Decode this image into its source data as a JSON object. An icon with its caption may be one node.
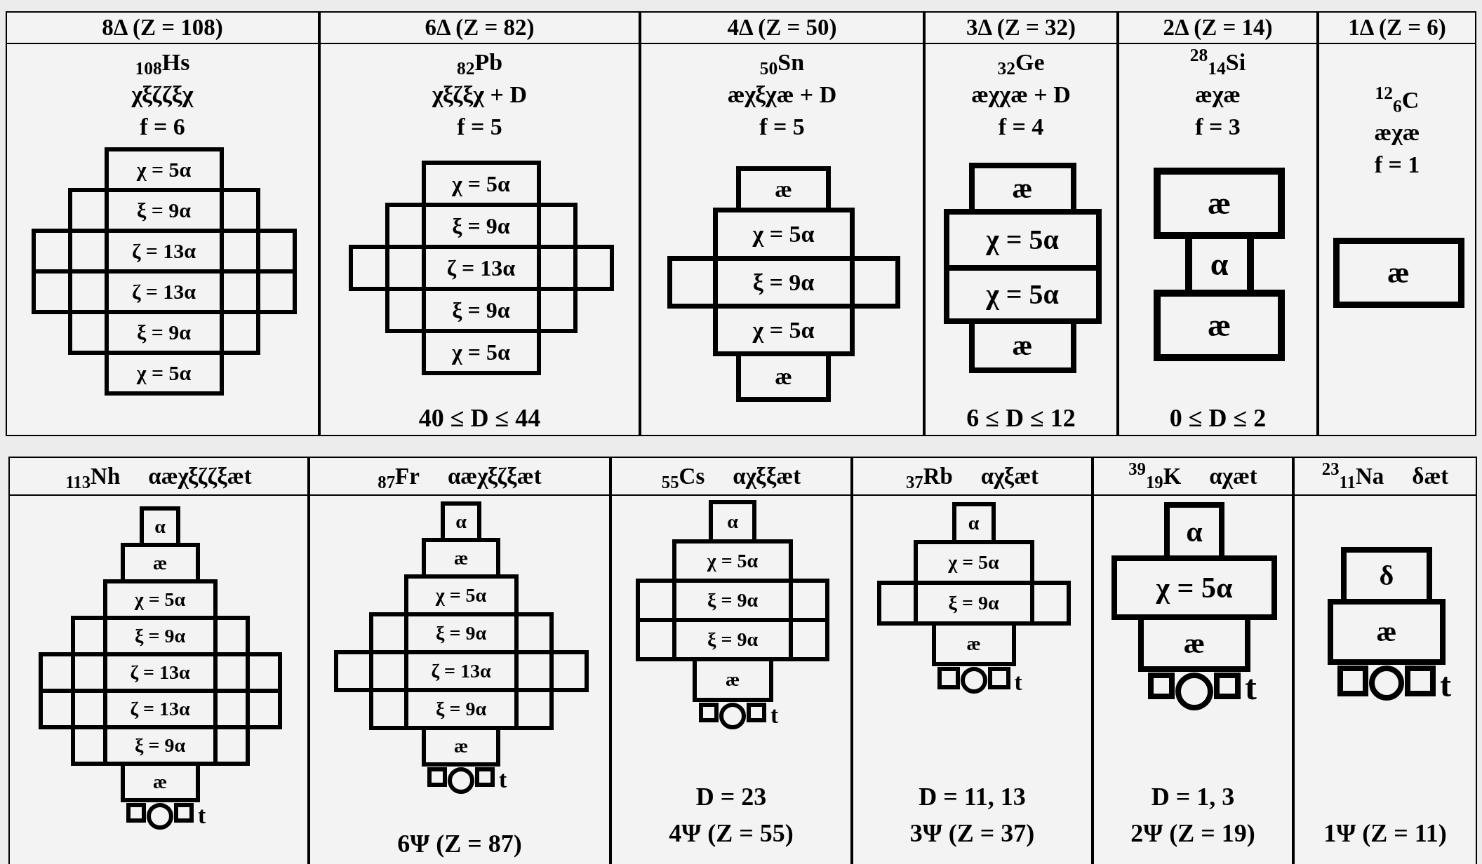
{
  "diagram": {
    "nodes": [
      {
        "text": [
          "8Δ (Z = 108)",
          "$_{108}$Hs",
          "χξζζξχ",
          "f = 6"
        ]
      },
      {
        "text": [
          "χ = 5α"
        ],
        "in": 0
      },
      {
        "text": [],
        "shape": "box",
        "in": 0
      },
      {
        "text": [
          "ξ = 9α"
        ],
        "in": 0
      },
      {
        "text": [],
        "shape": "box",
        "in": 0
      },
      {
        "text": [],
        "shape": "box",
        "in": 0
      },
      {
        "text": [],
        "shape": "box",
        "in": 0
      },
      {
        "text": [
          "ζ = 13α"
        ],
        "in": 0
      },
      {
        "text": [],
        "shape": "box",
        "in": 0
      },
      {
        "text": [],
        "shape": "box",
        "in": 0
      },
      {
        "text": [],
        "shape": "box",
        "in": 0
      },
      {
        "text": [],
        "shape": "box",
        "in": 0
      },
      {
        "text": [
          "ζ = 13α"
        ],
        "in": 0
      },
      {
        "text": [],
        "shape": "box",
        "in": 0
      },
      {
        "text": [],
        "shape": "box",
        "in": 0
      },
      {
        "text": [],
        "shape": "box",
        "in": 0
      },
      {
        "text": [
          "ξ = 9α"
        ],
        "in": 0
      },
      {
        "text": [],
        "shape": "box",
        "in": 0
      },
      {
        "text": [
          "χ = 5α"
        ],
        "in": 0
      },
      {
        "text": [
          "6Δ (Z = 82)",
          "$_{82}$Pb",
          "χξζξχ + D",
          "f = 5",
          "40 ≤ D ≤ 44"
        ]
      },
      {
        "text": [
          "χ = 5α"
        ],
        "in": 19
      },
      {
        "text": [],
        "shape": "box",
        "in": 19
      },
      {
        "text": [
          "ξ = 9α"
        ],
        "in": 19
      },
      {
        "text": [],
        "shape": "box",
        "in": 19
      },
      {
        "text": [],
        "shape": "box",
        "in": 19
      },
      {
        "text": [],
        "shape": "box",
        "in": 19
      },
      {
        "text": [
          "ζ = 13α"
        ],
        "in": 19
      },
      {
        "text": [],
        "shape": "box",
        "in": 19
      },
      {
        "text": [],
        "shape": "box",
        "in": 19
      },
      {
        "text": [],
        "shape": "box",
        "in": 19
      },
      {
        "text": [
          "ξ = 9α"
        ],
        "in": 19
      },
      {
        "text": [],
        "shape": "box",
        "in": 19
      },
      {
        "text": [
          "χ = 5α"
        ],
        "in": 19
      },
      {
        "text": [
          "4Δ (Z = 50)",
          "$_{50}$Sn",
          "æχξχæ + D",
          "f = 5"
        ]
      },
      {
        "text": [
          "æ"
        ],
        "in": 33
      },
      {
        "text": [
          "χ = 5α"
        ],
        "in": 33
      },
      {
        "text": [],
        "shape": "box",
        "in": 33
      },
      {
        "text": [
          "ξ = 9α"
        ],
        "in": 33
      },
      {
        "text": [],
        "shape": "box",
        "in": 33
      },
      {
        "text": [
          "χ = 5α"
        ],
        "in": 33
      },
      {
        "text": [
          "æ"
        ],
        "in": 33
      },
      {
        "text": [
          "3Δ (Z = 32)",
          "$_{32}$Ge",
          "æχχæ + D",
          "f = 4",
          "6 ≤ D ≤ 12"
        ]
      },
      {
        "text": [
          "æ"
        ],
        "in": 41
      },
      {
        "text": [
          "χ = 5α"
        ],
        "in": 41
      },
      {
        "text": [
          "χ = 5α"
        ],
        "in": 41
      },
      {
        "text": [
          "æ"
        ],
        "in": 41
      },
      {
        "text": [
          "2Δ (Z = 14)",
          "$^{28}$$_{14}$Si",
          "æχæ",
          "f = 3",
          "0 ≤ D ≤ 2"
        ]
      },
      {
        "text": [
          "æ"
        ],
        "in": 46
      },
      {
        "text": [
          "α"
        ],
        "in": 46
      },
      {
        "text": [
          "æ"
        ],
        "in": 46
      },
      {
        "text": [
          "1Δ (Z = 6)",
          "$^{12}$$_{6}$C",
          "æχæ",
          "f = 1"
        ]
      },
      {
        "text": [
          "æ"
        ],
        "in": 50
      },
      {
        "text": [
          "$_{113}$Nh",
          "αæχξζζξæt"
        ]
      },
      {
        "text": [
          "α"
        ],
        "in": 52
      },
      {
        "text": [
          "æ"
        ],
        "in": 52
      },
      {
        "text": [
          "χ = 5α"
        ],
        "in": 52
      },
      {
        "text": [],
        "shape": "box",
        "in": 52
      },
      {
        "text": [
          "ξ = 9α"
        ],
        "in": 52
      },
      {
        "text": [],
        "shape": "box",
        "in": 52
      },
      {
        "text": [],
        "shape": "box",
        "in": 52
      },
      {
        "text": [],
        "shape": "box",
        "in": 52
      },
      {
        "text": [
          "ζ = 13α"
        ],
        "in": 52
      },
      {
        "text": [],
        "shape": "box",
        "in": 52
      },
      {
        "text": [],
        "shape": "box",
        "in": 52
      },
      {
        "text": [],
        "shape": "box",
        "in": 52
      },
      {
        "text": [],
        "shape": "box",
        "in": 52
      },
      {
        "text": [
          "ζ = 13α"
        ],
        "in": 52
      },
      {
        "text": [],
        "shape": "box",
        "in": 52
      },
      {
        "text": [],
        "shape": "box",
        "in": 52
      },
      {
        "text": [],
        "shape": "box",
        "in": 52
      },
      {
        "text": [
          "ξ = 9α"
        ],
        "in": 52
      },
      {
        "text": [],
        "shape": "box",
        "in": 52
      },
      {
        "text": [
          "æ"
        ],
        "in": 52
      },
      {
        "text": [],
        "shape": "box",
        "in": 52
      },
      {
        "text": [],
        "shape": "circle",
        "in": 52
      },
      {
        "text": [],
        "shape": "box",
        "in": 52,
        "beside": [
          "t"
        ]
      },
      {
        "text": [
          "$_{87}$Fr",
          "αæχξζξæt",
          "6Ψ (Z = 87)"
        ]
      },
      {
        "text": [
          "α"
        ],
        "in": 76
      },
      {
        "text": [
          "æ"
        ],
        "in": 76
      },
      {
        "text": [
          "χ = 5α"
        ],
        "in": 76
      },
      {
        "text": [],
        "shape": "box",
        "in": 76
      },
      {
        "text": [
          "ξ = 9α"
        ],
        "in": 76
      },
      {
        "text": [],
        "shape": "box",
        "in": 76
      },
      {
        "text": [],
        "shape": "box",
        "in": 76
      },
      {
        "text": [],
        "shape": "box",
        "in": 76
      },
      {
        "text": [
          "ζ = 13α"
        ],
        "in": 76
      },
      {
        "text": [],
        "shape": "box",
        "in": 76
      },
      {
        "text": [],
        "shape": "box",
        "in": 76
      },
      {
        "text": [],
        "shape": "box",
        "in": 76
      },
      {
        "text": [
          "ξ = 9α"
        ],
        "in": 76
      },
      {
        "text": [],
        "shape": "box",
        "in": 76
      },
      {
        "text": [
          "æ"
        ],
        "in": 76
      },
      {
        "text": [],
        "shape": "box",
        "in": 76
      },
      {
        "text": [],
        "shape": "circle",
        "in": 76
      },
      {
        "text": [],
        "shape": "box",
        "in": 76,
        "beside": [
          "t"
        ]
      },
      {
        "text": [
          "$_{55}$Cs",
          "αχξξæt",
          "D = 23",
          "4Ψ (Z = 55)"
        ]
      },
      {
        "text": [
          "α"
        ],
        "in": 95
      },
      {
        "text": [
          "χ = 5α"
        ],
        "in": 95
      },
      {
        "text": [],
        "shape": "box",
        "in": 95
      },
      {
        "text": [
          "ξ = 9α"
        ],
        "in": 95
      },
      {
        "text": [],
        "shape": "box",
        "in": 95
      },
      {
        "text": [],
        "shape": "box",
        "in": 95
      },
      {
        "text": [
          "ξ = 9α"
        ],
        "in": 95
      },
      {
        "text": [],
        "shape": "box",
        "in": 95
      },
      {
        "text": [
          "æ"
        ],
        "in": 95
      },
      {
        "text": [],
        "shape": "box",
        "in": 95
      },
      {
        "text": [],
        "shape": "circle",
        "in": 95
      },
      {
        "text": [],
        "shape": "box",
        "in": 95,
        "beside": [
          "t"
        ]
      },
      {
        "text": [
          "$_{37}$Rb",
          "αχξæt",
          "D = 11, 13",
          "3Ψ (Z = 37)"
        ]
      },
      {
        "text": [
          "α"
        ],
        "in": 108
      },
      {
        "text": [
          "χ = 5α"
        ],
        "in": 108
      },
      {
        "text": [],
        "shape": "box",
        "in": 108
      },
      {
        "text": [
          "ξ = 9α"
        ],
        "in": 108
      },
      {
        "text": [],
        "shape": "box",
        "in": 108
      },
      {
        "text": [
          "æ"
        ],
        "in": 108
      },
      {
        "text": [],
        "shape": "box",
        "in": 108
      },
      {
        "text": [],
        "shape": "circle",
        "in": 108
      },
      {
        "text": [],
        "shape": "box",
        "in": 108,
        "beside": [
          "t"
        ]
      },
      {
        "text": [
          "$^{39}$$_{19}$K",
          "αχæt",
          "D = 1, 3",
          "2Ψ (Z = 19)"
        ]
      },
      {
        "text": [
          "α"
        ],
        "in": 118
      },
      {
        "text": [
          "χ = 5α"
        ],
        "in": 118
      },
      {
        "text": [
          "æ"
        ],
        "in": 118
      },
      {
        "text": [],
        "shape": "box",
        "in": 118
      },
      {
        "text": [],
        "shape": "circle",
        "in": 118
      },
      {
        "text": [],
        "shape": "box",
        "in": 118,
        "beside": [
          "t"
        ]
      },
      {
        "text": [
          "$^{23}$$_{11}$Na",
          "δæt",
          "1Ψ (Z = 11)"
        ]
      },
      {
        "text": [
          "δ"
        ],
        "in": 125
      },
      {
        "text": [
          "æ"
        ],
        "in": 125
      },
      {
        "text": [],
        "shape": "box",
        "in": 125
      },
      {
        "text": [],
        "shape": "circle",
        "in": 125
      },
      {
        "text": [],
        "shape": "box",
        "in": 125,
        "beside": [
          "t"
        ]
      }
    ]
  }
}
